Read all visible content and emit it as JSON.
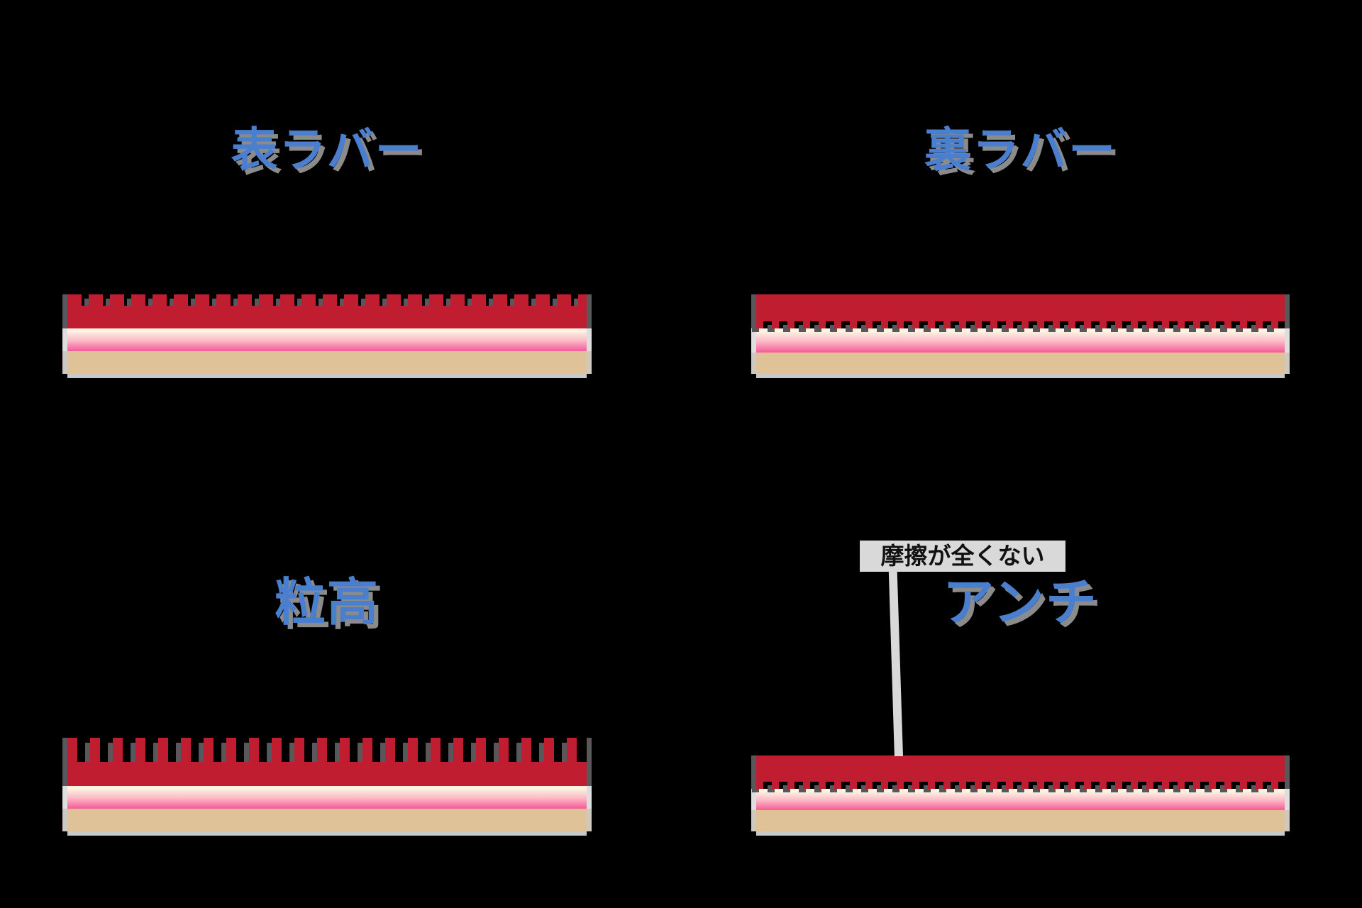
{
  "colors": {
    "bg": "#000000",
    "blue": "#4a7fd0",
    "title-shadow": "#8b8b8b",
    "red": "#c01e30",
    "shadow-dark": "#58585a",
    "sponge-top": "#fdf3e2",
    "sponge-mid": "#fbb7c4",
    "sponge-bottom": "#f6619c",
    "wood": "#e0c298",
    "sponge-side": "#dedede",
    "wood-side": "#cdc9c1",
    "bottom-line": "#c9c9c9",
    "callout-bg": "#d9d9d9",
    "callout-text": "#111111"
  },
  "panels": [
    {
      "id": "omote",
      "title": "表ラバー",
      "type": "pips-out"
    },
    {
      "id": "ura",
      "title": "裏ラバー",
      "type": "inverted"
    },
    {
      "id": "tsubudaka",
      "title": "粒高",
      "type": "long-pips"
    },
    {
      "id": "anti",
      "title": "アンチ",
      "type": "anti-spin",
      "callout": "摩擦が全くない"
    }
  ]
}
